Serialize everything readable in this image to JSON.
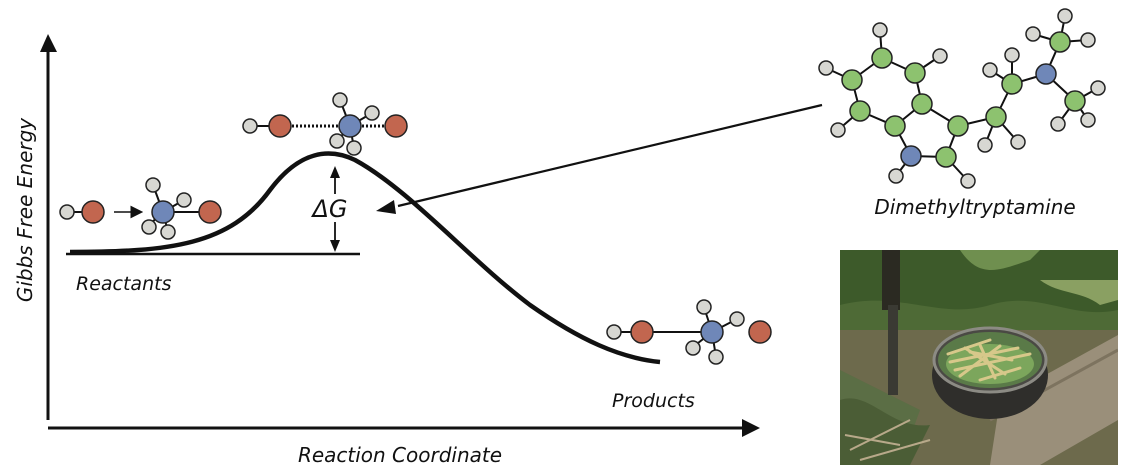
{
  "labels": {
    "y_axis": "Gibbs Free Energy",
    "x_axis": "Reaction Coordinate",
    "reactants": "Reactants",
    "products": "Products",
    "delta_g": "ΔG",
    "molecule_name": "Dimethyltryptamine"
  },
  "colors": {
    "carbon": "#8dc26f",
    "nitrogen": "#6f87b8",
    "hydrogen": "#d7d7d2",
    "oxygen": "#c2664f",
    "line": "#111111"
  },
  "photo": {
    "description_icon": "cooking-pot-photo"
  }
}
